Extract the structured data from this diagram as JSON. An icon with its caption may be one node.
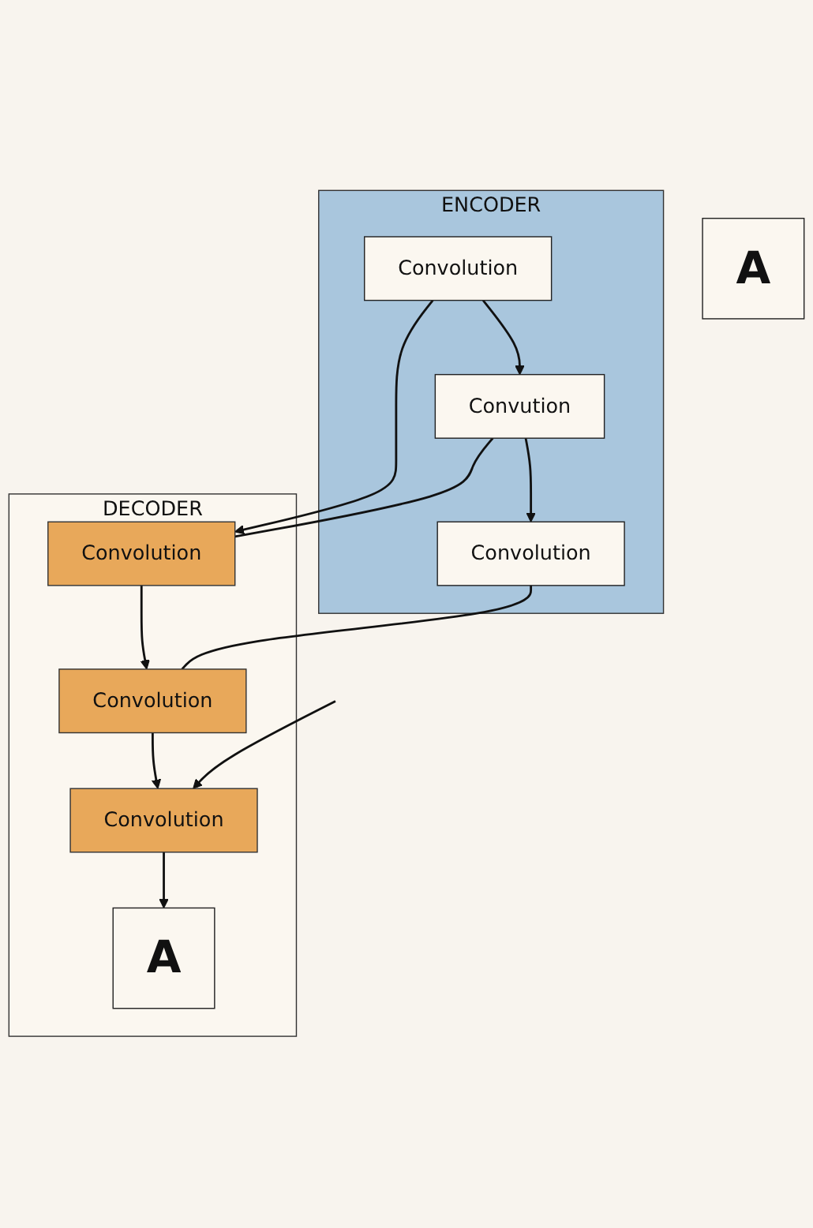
{
  "diagram": {
    "nodes": [
      {
        "text": [
          "ENCODER"
        ]
      },
      {
        "text": [
          "Convolution"
        ],
        "in": 0
      },
      {
        "text": [
          "Convution"
        ],
        "in": 0
      },
      {
        "text": [
          "Convolution"
        ],
        "in": 0
      },
      {
        "text": [
          "A"
        ]
      },
      {
        "text": [
          "DECODER"
        ]
      },
      {
        "text": [
          "Convolution"
        ],
        "in": 5
      },
      {
        "text": [
          "Convolution"
        ],
        "in": 5
      },
      {
        "text": [
          "Convolution"
        ],
        "in": 5
      },
      {
        "text": [
          "A"
        ],
        "in": 5
      }
    ],
    "edges": [
      {
        "from": 1,
        "to": 2,
        "arrow": "to"
      },
      {
        "from": 2,
        "to": 3,
        "arrow": "to"
      },
      {
        "from": 1,
        "to": 6,
        "arrow": "to"
      },
      {
        "from": 2,
        "to": 6,
        "arrow": "none"
      },
      {
        "from": 3,
        "to": 7,
        "arrow": "none"
      },
      {
        "from": null,
        "to": 8,
        "arrow": "to"
      },
      {
        "from": 6,
        "to": 7,
        "arrow": "to"
      },
      {
        "from": 7,
        "to": 8,
        "arrow": "to"
      },
      {
        "from": 8,
        "to": 9,
        "arrow": "to"
      }
    ]
  }
}
